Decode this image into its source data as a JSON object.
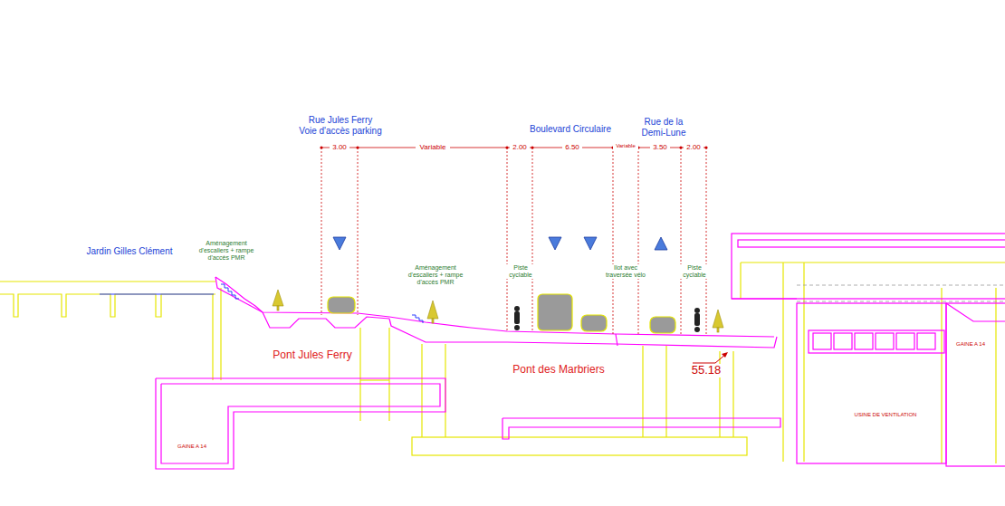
{
  "diagram": {
    "labels": [
      "Rue Jules Ferry",
      "Voie d'accès parking",
      "Boulevard Circulaire",
      "Rue de la Demi-Lune",
      "3.00",
      "Variable",
      "2.00",
      "6.50",
      "Variable",
      "3.50",
      "2.00",
      "Jardin Gilles Clément",
      "Aménagement d'escaliers + rampe d'accès PMR",
      "Aménagement d'escaliers + rampe d'accès PMR",
      "Piste cyclable",
      "Ilot avec traversée vélo",
      "Piste cyclable",
      "Pont Jules Ferry",
      "Pont des Marbriers",
      "55.18",
      "GAINE A 14",
      "USINE DE VENTILATION",
      "GAINE A 14"
    ]
  }
}
